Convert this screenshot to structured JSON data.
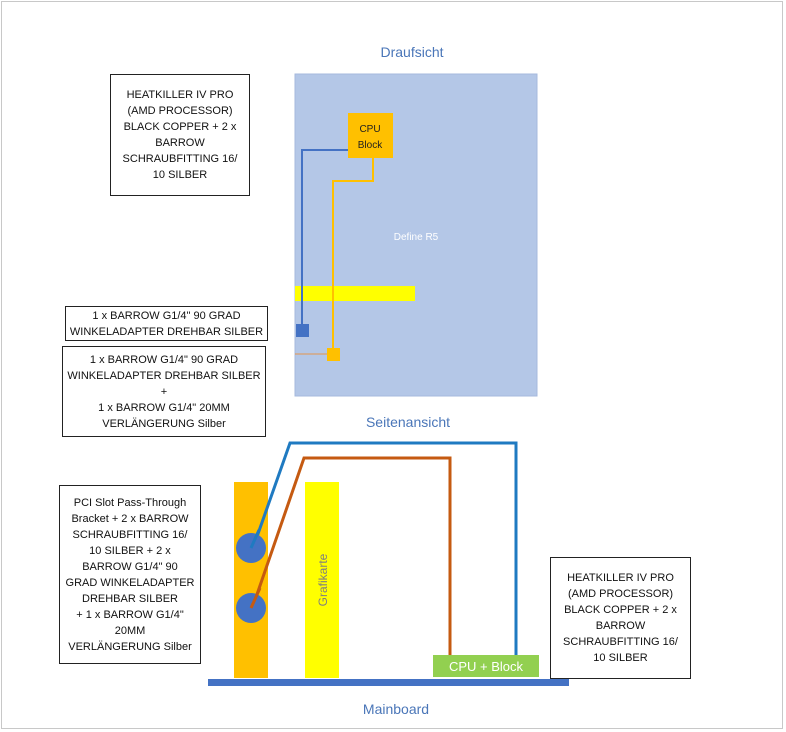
{
  "titles": {
    "top_view": "Draufsicht",
    "side_view": "Seitenansicht",
    "mainboard": "Mainboard"
  },
  "top_view": {
    "case_label": "Define R5",
    "cpu_block_label": "CPU\nBlock"
  },
  "side_view": {
    "gpu_label": "Grafikarte",
    "cpu_block_label": "CPU + Block"
  },
  "notes": {
    "top_left": "HEATKILLER IV PRO\n(AMD PROCESSOR)\nBLACK COPPER + 2 x\nBARROW\nSCHRAUBFITTING 16/\n10 SILBER",
    "adapter_single": "1 x BARROW G1/4\" 90 GRAD\nWINKELADAPTER DREHBAR SILBER",
    "adapter_extension": "1 x BARROW G1/4\" 90 GRAD\nWINKELADAPTER DREHBAR SILBER\n+\n1 x BARROW G1/4\" 20MM\nVERLÄNGERUNG Silber",
    "pci_bracket": "PCI Slot Pass-Through\nBracket + 2 x BARROW\nSCHRAUBFITTING 16/\n10 SILBER + 2 x\nBARROW G1/4\" 90\nGRAD WINKELADAPTER\nDREHBAR SILBER\n+ 1 x BARROW G1/4\"\n20MM\nVERLÄNGERUNG Silber",
    "bottom_right": "HEATKILLER IV PRO\n(AMD PROCESSOR)\nBLACK COPPER + 2 x\nBARROW\nSCHRAUBFITTING 16/\n10 SILBER"
  },
  "colors": {
    "case_fill": "#b4c7e7",
    "cpu_block": "#ffc000",
    "tube_blue": "#4472c4",
    "tube_orange": "#ffc000",
    "side_blue_tube": "#1f7ac1",
    "side_orange_tube": "#c55a11",
    "gpu_fill": "#ffff00",
    "side_cpu_block": "#92d050",
    "mainboard": "#4472c4",
    "title_color": "#4a76b8"
  }
}
